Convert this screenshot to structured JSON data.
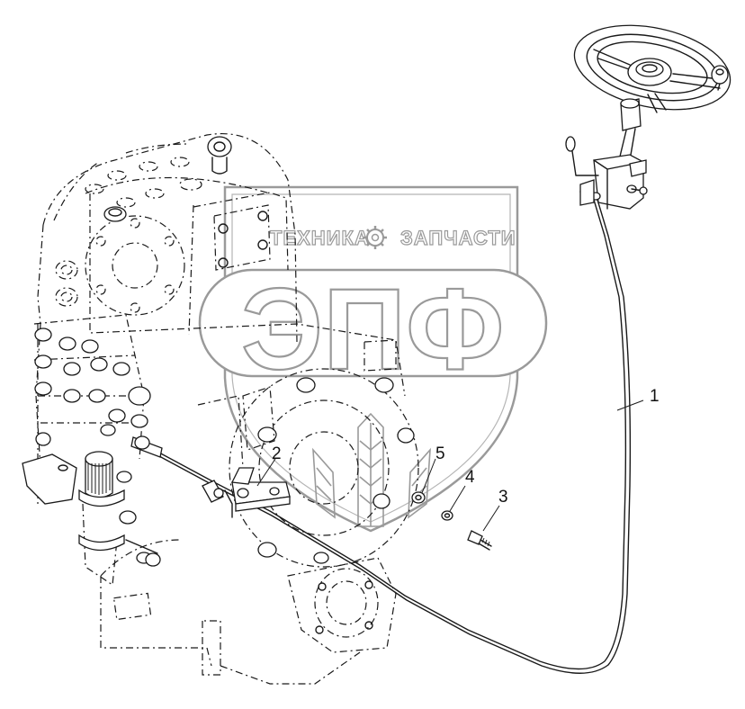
{
  "watermark": {
    "brand_left": "ТЕХНИКА",
    "brand_right": "ЗАПЧАСТИ",
    "logo_letters": "ЭПФ",
    "outline_color": "#9a9a9a"
  },
  "callouts": [
    {
      "label": "1"
    },
    {
      "label": "2"
    },
    {
      "label": "3"
    },
    {
      "label": "4"
    },
    {
      "label": "5"
    }
  ],
  "colors": {
    "line": "#1a1a1a",
    "background": "#ffffff"
  }
}
